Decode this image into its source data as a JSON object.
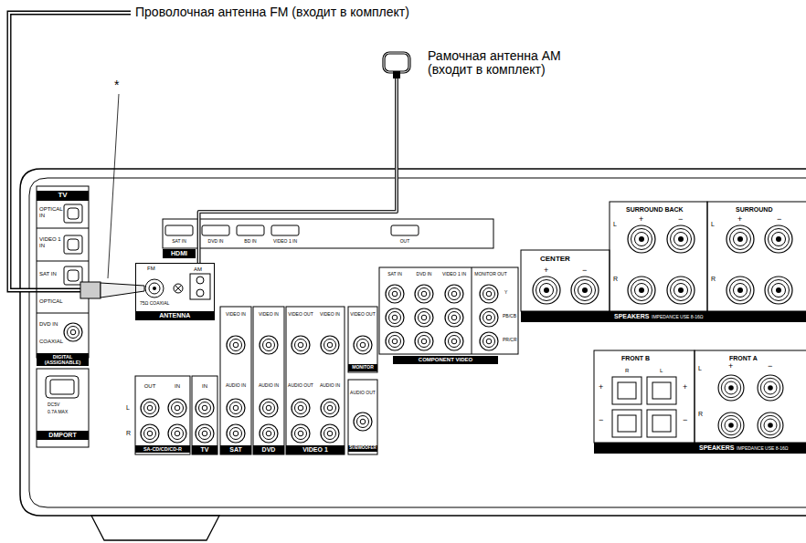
{
  "diagram": {
    "nodes": [
      {
        "text": [
          "Рамочная антенна AM (входит в комплект)"
        ]
      },
      {
        "text": [
          "FM",
          "75Ω COAXIAL",
          "AM",
          "ANTENNA"
        ]
      }
    ],
    "edges": [
      {
        "from": 0,
        "to": 1,
        "arrow": "none"
      }
    ],
    "labels": [
      "Проволочная антенна FM (входит в комплект)",
      "*",
      "TV",
      "OPTICAL IN",
      "VIDEO 1 IN",
      "SAT IN",
      "OPTICAL",
      "DVD IN",
      "COAXIAL",
      "DIGITAL (ASSIGNABLE)",
      "DC5V",
      "0.7A MAX",
      "DMPORT",
      "SAT IN",
      "DVD IN",
      "BD IN",
      "VIDEO 1 IN",
      "OUT",
      "HDMI",
      "VIDEO IN",
      "VIDEO IN",
      "VIDEO OUT",
      "VIDEO IN",
      "VIDEO OUT",
      "MONITOR",
      "AUDIO IN",
      "AUDIO IN",
      "AUDIO OUT",
      "AUDIO IN",
      "AUDIO OUT",
      "SAT",
      "DVD",
      "VIDEO 1",
      "SUBWOOFER",
      "OUT",
      "IN",
      "IN",
      "L",
      "R",
      "SA-CD/CD/CD-R",
      "TV",
      "SAT IN",
      "DVD IN",
      "VIDEO 1 IN",
      "MONITOR OUT",
      "Y",
      "PB/CB",
      "PR/CR",
      "COMPONENT VIDEO",
      "CENTER",
      "+",
      "−",
      "SURROUND BACK",
      "L",
      "+",
      "−",
      "R",
      "SURROUND",
      "L",
      "+",
      "−",
      "R",
      "SPEAKERS",
      "IMPEDANCE USE 8-16Ω",
      "FRONT B",
      "R",
      "L",
      "+",
      "+",
      "−",
      "−",
      "FRONT A",
      "L",
      "+",
      "−",
      "R",
      "SPEAKERS",
      "IMPEDANCE USE 8-16Ω"
    ]
  }
}
